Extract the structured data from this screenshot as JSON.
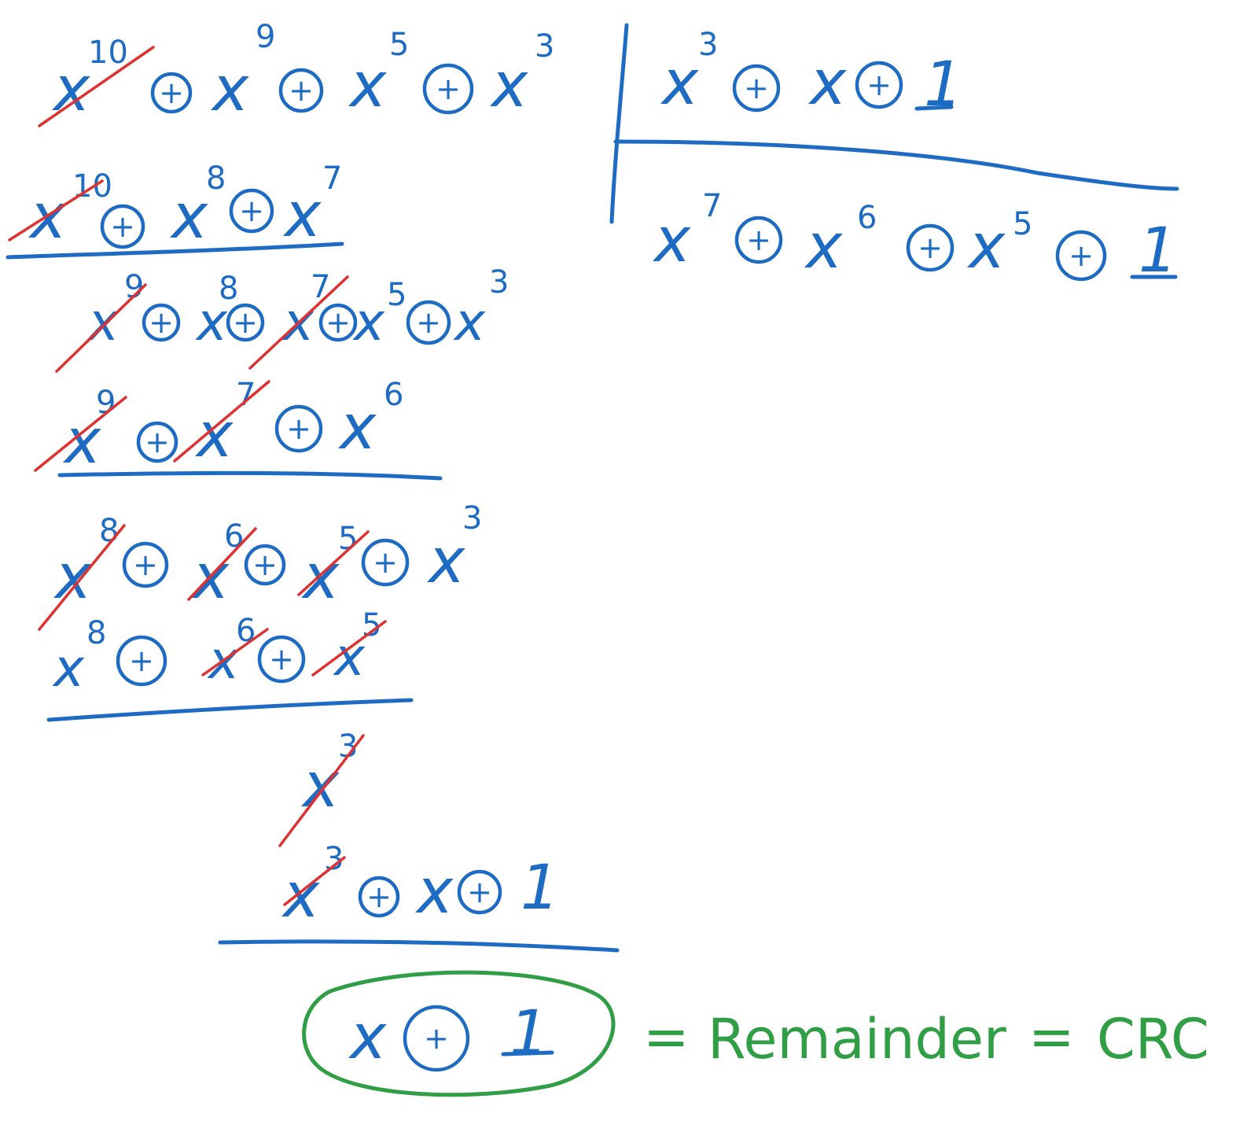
{
  "dividend": {
    "t1": "x",
    "t1_exp": "10",
    "t2": "x",
    "t2_exp": "9",
    "t3": "x",
    "t3_exp": "5",
    "t4": "x",
    "t4_exp": "3"
  },
  "divisor": {
    "t1": "x",
    "t1_exp": "3",
    "t2": "x",
    "t3": "1"
  },
  "quotient": {
    "t1": "x",
    "t1_exp": "7",
    "t2": "x",
    "t2_exp": "6",
    "t3": "x",
    "t3_exp": "5",
    "t4": "1"
  },
  "step1": {
    "t1": "x",
    "t1_exp": "10",
    "t2": "x",
    "t2_exp": "8",
    "t3": "x",
    "t3_exp": "7"
  },
  "diff1": {
    "t1": "x",
    "t1_exp": "9",
    "t2": "x",
    "t2_exp": "8",
    "t3": "x",
    "t3_exp": "7",
    "t4": "x",
    "t4_exp": "5",
    "t5": "x",
    "t5_exp": "3"
  },
  "step2": {
    "t1": "x",
    "t1_exp": "9",
    "t2": "x",
    "t2_exp": "7",
    "t3": "x",
    "t3_exp": "6"
  },
  "diff2": {
    "t1": "x",
    "t1_exp": "8",
    "t2": "x",
    "t2_exp": "6",
    "t3": "x",
    "t3_exp": "5",
    "t4": "x",
    "t4_exp": "3"
  },
  "step3": {
    "t1": "x",
    "t1_exp": "8",
    "t2": "x",
    "t2_exp": "6",
    "t3": "x",
    "t3_exp": "5"
  },
  "diff3": {
    "t1": "x",
    "t1_exp": "3"
  },
  "step4": {
    "t1": "x",
    "t1_exp": "3",
    "t2": "x",
    "t3": "1"
  },
  "result": {
    "t1": "x",
    "t2": "1",
    "equals1": "=",
    "remainder_label": "Remainder",
    "equals2": "=",
    "crc_label": "CRC"
  },
  "operator_symbol": "+",
  "colors": {
    "ink": "#1e6bc4",
    "strike": "#e03131",
    "highlight": "#2f9e44"
  }
}
